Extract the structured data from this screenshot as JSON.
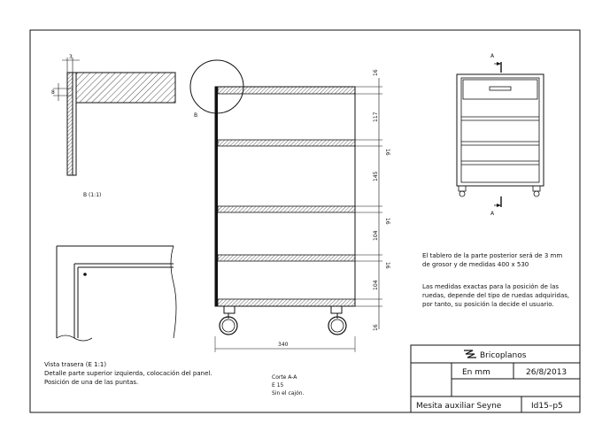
{
  "detail_b": {
    "dim_3": "3",
    "dim_8": "8",
    "caption": "B (1:1)"
  },
  "callout_b": "B",
  "section": {
    "dims_right": [
      "16",
      "117",
      "16",
      "145",
      "16",
      "104",
      "16",
      "104",
      "16"
    ],
    "width_dim": "340",
    "caption": [
      "Corte A-A",
      "E 15",
      "Sin el cajón."
    ]
  },
  "front_view": {
    "arrow_label_top": "A",
    "arrow_label_bottom": "A"
  },
  "notes": {
    "panel_note": [
      "El tablero de la parte posterior será de 3 mm",
      "de grosor y de medidas  400 x 530"
    ],
    "wheels_note": [
      "Las medidas exactas para la posición de las",
      "ruedas, depende del tipo de ruedas adquiridas,",
      "por tanto, su posición la decide el usuario."
    ]
  },
  "rear_view_caption": [
    "Vista trasera (E 1:1)",
    "Detalle parte superior izquierda, colocación del panel.",
    "Posición de una de las puntas."
  ],
  "title_block": {
    "brand": "Bricoplanos",
    "units": "En  mm",
    "date": "26/8/2013",
    "name": "Mesita  auxiliar  Seyne",
    "code": "Id15–p5"
  }
}
